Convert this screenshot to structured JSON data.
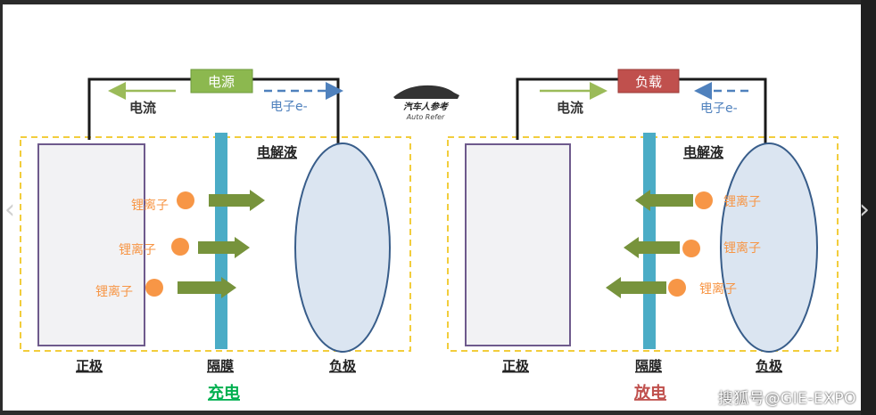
{
  "logo": {
    "line1": "汽车人参考",
    "line2": "Auto Refer"
  },
  "charge": {
    "power_label": "电源",
    "current_label": "电流",
    "electron_label": "电子e-",
    "electrolyte_label": "电解液",
    "ion_label": "锂离子",
    "positive_label": "正极",
    "separator_label": "隔膜",
    "negative_label": "负极",
    "mode_label": "充电"
  },
  "discharge": {
    "load_label": "负载",
    "current_label": "电流",
    "electron_label": "电子e-",
    "electrolyte_label": "电解液",
    "ion_label": "锂离子",
    "positive_label": "正极",
    "separator_label": "隔膜",
    "negative_label": "负极",
    "mode_label": "放电"
  },
  "watermark": "搜狐号@GIE-EXPO",
  "nav": {
    "prev_icon": "chevron-left-icon",
    "next_icon": "chevron-right-icon"
  },
  "colors": {
    "wire": "#1a1a1a",
    "power_box": "#8cb84f",
    "load_box": "#c0504d",
    "current_arrow": "#9bbb59",
    "electron_arrow": "#4f81bd",
    "dashed_border": "#f2cd3c",
    "separator": "#4bacc6",
    "ion": "#f79646",
    "ion_arrow": "#77933c",
    "positive_fill": "#f2f2f4",
    "positive_stroke": "#6e5a8c",
    "negative_fill": "#dbe5f1",
    "negative_stroke": "#385d8a",
    "charge_text": "#00b050",
    "discharge_text": "#c0504d"
  }
}
